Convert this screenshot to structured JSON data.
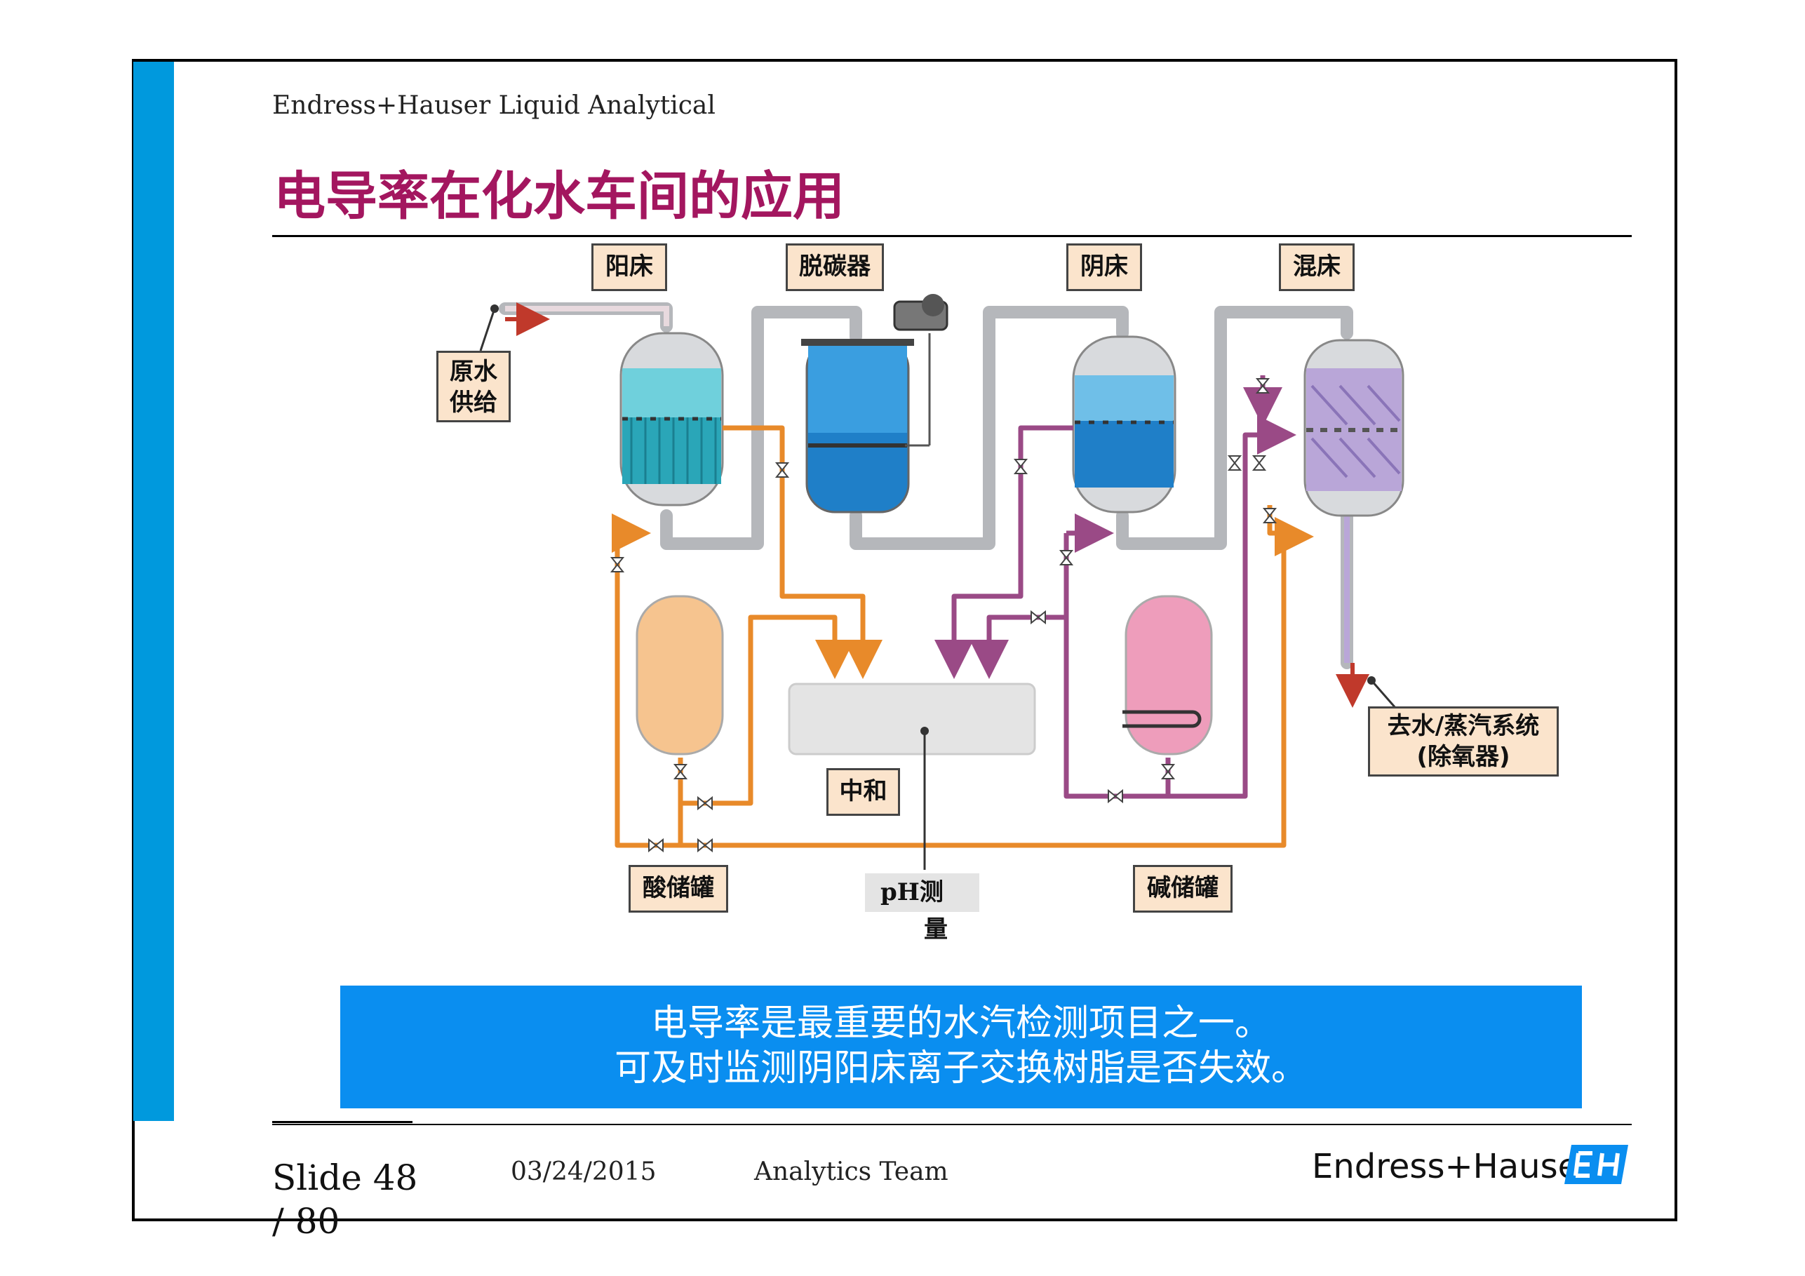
{
  "header": {
    "company": "Endress+Hauser Liquid Analytical",
    "title": "电导率在化水车间的应用"
  },
  "diagram": {
    "labels": {
      "cation_bed": "阳床",
      "decarbonizer": "脱碳器",
      "anion_bed": "阴床",
      "mixed_bed": "混床",
      "raw_water_1": "原水",
      "raw_water_2": "供给",
      "outlet_1": "去水/蒸汽系统",
      "outlet_2": "(除氧器)",
      "neutralize": "中和",
      "acid_tank": "酸储罐",
      "alkali_tank": "碱储罐",
      "ph_1": "pH测",
      "ph_2": "量"
    },
    "colors": {
      "pipe_grey": "#b5b7bb",
      "acid_orange": "#e88a2a",
      "alkali_purple": "#9a4a86",
      "raw_water_red": "#c0392b",
      "resin_teal": "#2aa6b8",
      "tank_blue": "#1f7fc8",
      "acid_tank": "#f6c48f",
      "alkali_tank": "#ee9dbb",
      "mixed_resin": "#b9a6d8"
    }
  },
  "banner": {
    "line1": "电导率是最重要的水汽检测项目之一。",
    "line2": "可及时监测阴阳床离子交换树脂是否失效。"
  },
  "footer": {
    "slide": "Slide 48",
    "total": "/ 80",
    "date": "03/24/2015",
    "team": "Analytics Team",
    "brand": "Endress+Hauser"
  }
}
